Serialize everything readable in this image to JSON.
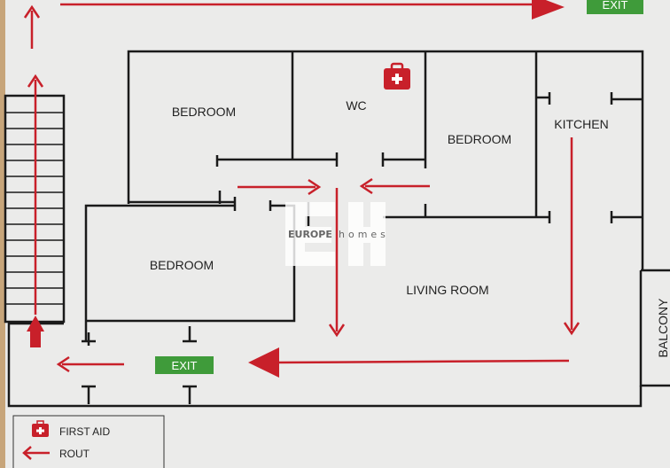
{
  "rooms": {
    "bedroom_top_left": "BEDROOM",
    "wc": "WC",
    "bedroom_top_right": "BEDROOM",
    "kitchen": "KITCHEN",
    "bedroom_bottom_left": "BEDROOM",
    "living_room": "LIVING ROOM",
    "balcony": "BALCONY"
  },
  "exits": {
    "top_right": "EXIT",
    "bottom_left": "EXIT"
  },
  "legend": {
    "first_aid": "FIRST AID",
    "route": "ROUT"
  },
  "watermark": {
    "logo": "EH",
    "brand_bold": "EUROPE",
    "brand_light": "homes"
  },
  "colors": {
    "route": "#c8202a",
    "exit": "#3f9b3a",
    "walls": "#1a1a1a",
    "board": "#ebebea"
  },
  "icons": [
    "first-aid-kit-icon",
    "route-arrow-icon",
    "stairs-icon"
  ]
}
